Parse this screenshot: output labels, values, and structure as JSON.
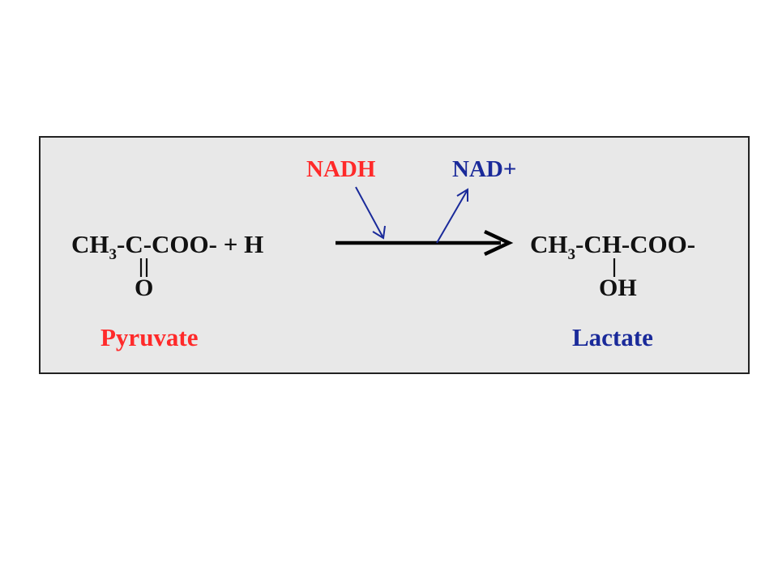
{
  "colors": {
    "background": "#ffffff",
    "panel": "#e8e8e8",
    "panel_border": "#222222",
    "text": "#111111",
    "reactant_label": "#ff2a2a",
    "product_label": "#1a2a9a",
    "nadh": "#ff2a2a",
    "nad_plus": "#1a2a9a",
    "cofactor_arrow": "#1a2a9a",
    "main_arrow": "#000000"
  },
  "reactant": {
    "formula_left": "CH",
    "formula_sub": "3",
    "formula_dash": "-",
    "carbonyl_carbon": "C",
    "formula_right": "-COO- + H",
    "carbonyl_oxygen": "O",
    "name": "Pyruvate"
  },
  "product": {
    "formula_left": "CH",
    "formula_sub": "3",
    "formula_right": "-CH-COO-",
    "hydroxyl": "OH",
    "name": "Lactate"
  },
  "cofactors": {
    "input": "NADH",
    "output": "NAD+"
  }
}
